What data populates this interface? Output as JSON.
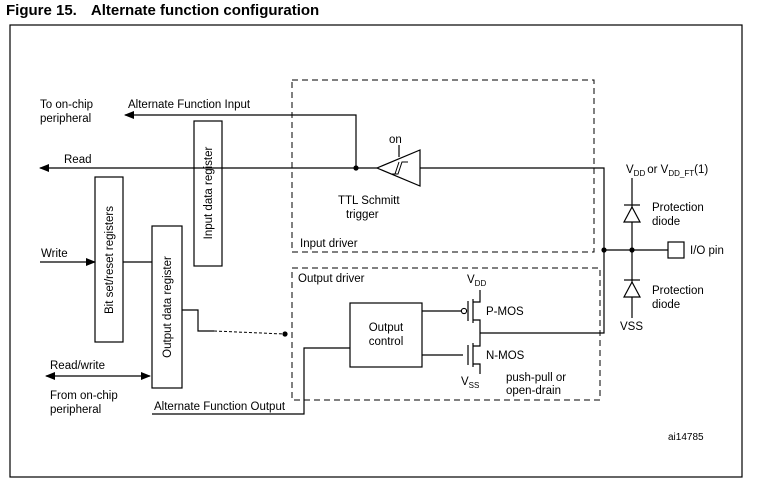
{
  "figure": {
    "number": "Figure 15.",
    "title": "Alternate function configuration",
    "id": "ai14785"
  },
  "labels": {
    "to_onchip_line1": "To on-chip",
    "to_onchip_line2": "peripheral",
    "alt_func_input": "Alternate Function Input",
    "read": "Read",
    "write": "Write",
    "read_write": "Read/write",
    "from_onchip_line1": "From on-chip",
    "from_onchip_line2": "peripheral",
    "alt_func_output": "Alternate Function Output",
    "input_data_register": "Input data register",
    "bit_set_reset_registers": "Bit set/reset registers",
    "output_data_register": "Output data register",
    "on": "on",
    "ttl_line1": "TTL Schmitt",
    "ttl_line2": "trigger",
    "input_driver": "Input driver",
    "output_driver": "Output driver",
    "output_control_line1": "Output",
    "output_control_line2": "control",
    "v": "V",
    "dd": "DD",
    "ss": "SS",
    "or": "or V",
    "dd_ft": "DD_FT",
    "footnote_ref": "(1)",
    "pmos": "P-MOS",
    "nmos": "N-MOS",
    "push_pull_line1": "push-pull or",
    "push_pull_line2": "open-drain",
    "protection": "Protection",
    "diode": "diode",
    "io_pin": "I/O pin",
    "vss": "VSS"
  }
}
